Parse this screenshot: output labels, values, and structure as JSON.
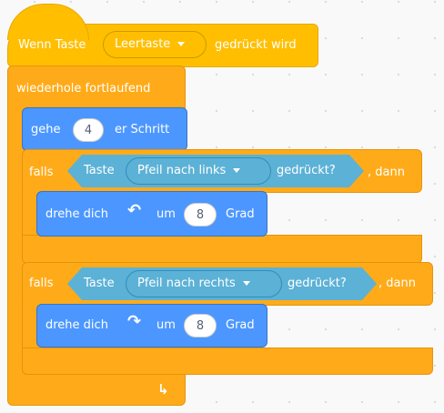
{
  "hat": {
    "when_label": "Wenn Taste",
    "key_value": "Leertaste",
    "pressed_label": "gedrückt wird"
  },
  "forever": {
    "label": "wiederhole fortlaufend"
  },
  "move": {
    "go_label": "gehe",
    "steps_value": "4",
    "steps_label": "er Schritt"
  },
  "if_left": {
    "if_label": "falls",
    "key_label": "Taste",
    "key_value": "Pfeil nach links",
    "pressed_label": "gedrückt?",
    "then_label": ", dann",
    "turn": {
      "label": "drehe dich",
      "by_label": "um",
      "value": "8",
      "unit_label": "Grad",
      "icon": "rotate-left-icon"
    }
  },
  "if_right": {
    "if_label": "falls",
    "key_label": "Taste",
    "key_value": "Pfeil nach rechts",
    "pressed_label": "gedrückt?",
    "then_label": ", dann",
    "turn": {
      "label": "drehe dich",
      "by_label": "um",
      "value": "8",
      "unit_label": "Grad",
      "icon": "rotate-right-icon"
    }
  },
  "loop_arrow_icon": "loop-arrow-icon",
  "colors": {
    "events": "#ffbf00",
    "control": "#ffab19",
    "motion": "#4c97ff",
    "sensing": "#5cb1d6"
  }
}
